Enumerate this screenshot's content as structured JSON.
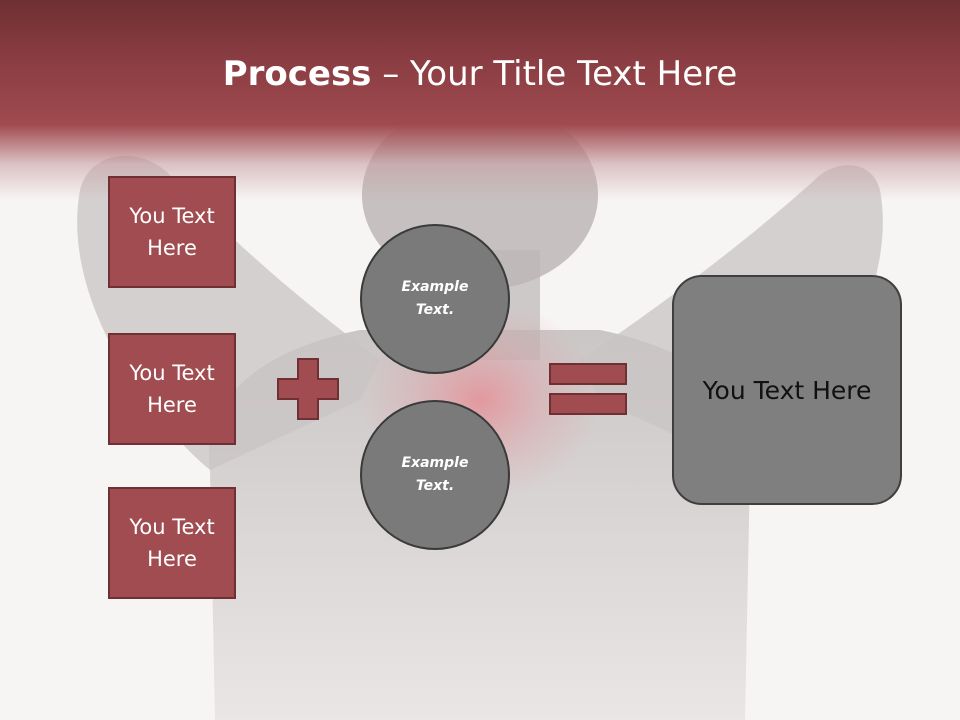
{
  "slide": {
    "title_bold": "Process",
    "title_rest": " – Your Title Text Here"
  },
  "left_boxes": [
    {
      "label": "You Text Here"
    },
    {
      "label": "You Text Here"
    },
    {
      "label": "You Text Here"
    }
  ],
  "circles": [
    {
      "label": "Example Text."
    },
    {
      "label": "Example Text."
    }
  ],
  "operators": {
    "plus_icon": "plus-icon",
    "equals_icon": "equals-icon"
  },
  "result": {
    "label": "You Text Here"
  },
  "colors": {
    "accent_red": "#a04c51",
    "accent_dark": "#6f2f33",
    "circle_gray": "#7a7a7a",
    "result_gray": "#7f7f7f"
  }
}
